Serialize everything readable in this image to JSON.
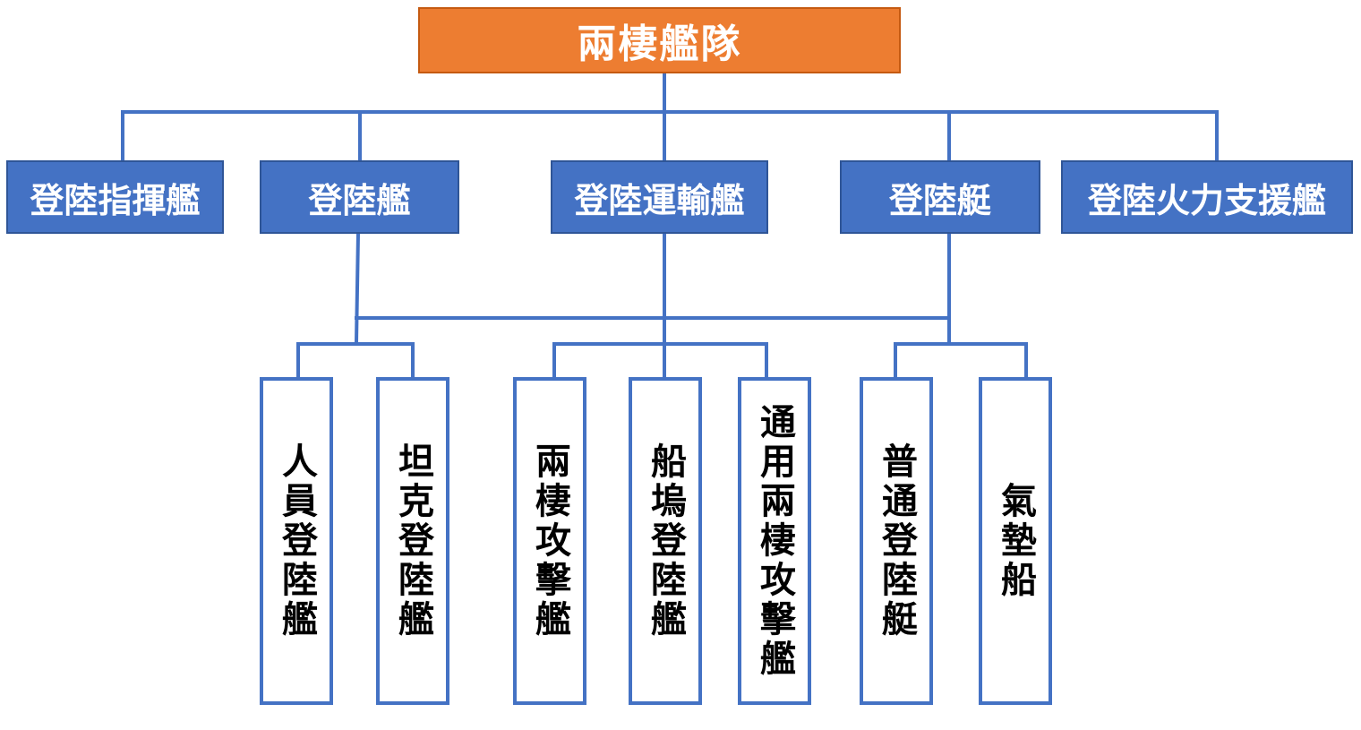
{
  "diagram": {
    "root": {
      "label": "兩棲艦隊"
    },
    "categories": [
      {
        "id": "command",
        "label": "登陸指揮艦"
      },
      {
        "id": "landing-ship",
        "label": "登陸艦"
      },
      {
        "id": "transport",
        "label": "登陸運輸艦"
      },
      {
        "id": "landing-craft",
        "label": "登陸艇"
      },
      {
        "id": "fire-support",
        "label": "登陸火力支援艦"
      }
    ],
    "subtypes": [
      {
        "id": "personnel",
        "parent": "landing-ship",
        "label": "人員登陸艦"
      },
      {
        "id": "tank",
        "parent": "landing-ship",
        "label": "坦克登陸艦"
      },
      {
        "id": "assault",
        "parent": "transport",
        "label": "兩棲攻擊艦"
      },
      {
        "id": "dock",
        "parent": "transport",
        "label": "船塢登陸艦"
      },
      {
        "id": "general-assault",
        "parent": "transport",
        "label": "通用兩棲攻擊艦"
      },
      {
        "id": "ordinary-craft",
        "parent": "landing-craft",
        "label": "普通登陸艇"
      },
      {
        "id": "hovercraft",
        "parent": "landing-craft",
        "label": "氣墊船"
      }
    ],
    "colors": {
      "root_fill": "#ED7D31",
      "category_fill": "#4472C4",
      "connector": "#4472C4",
      "leaf_border": "#4472C4",
      "leaf_text": "#000000"
    }
  }
}
